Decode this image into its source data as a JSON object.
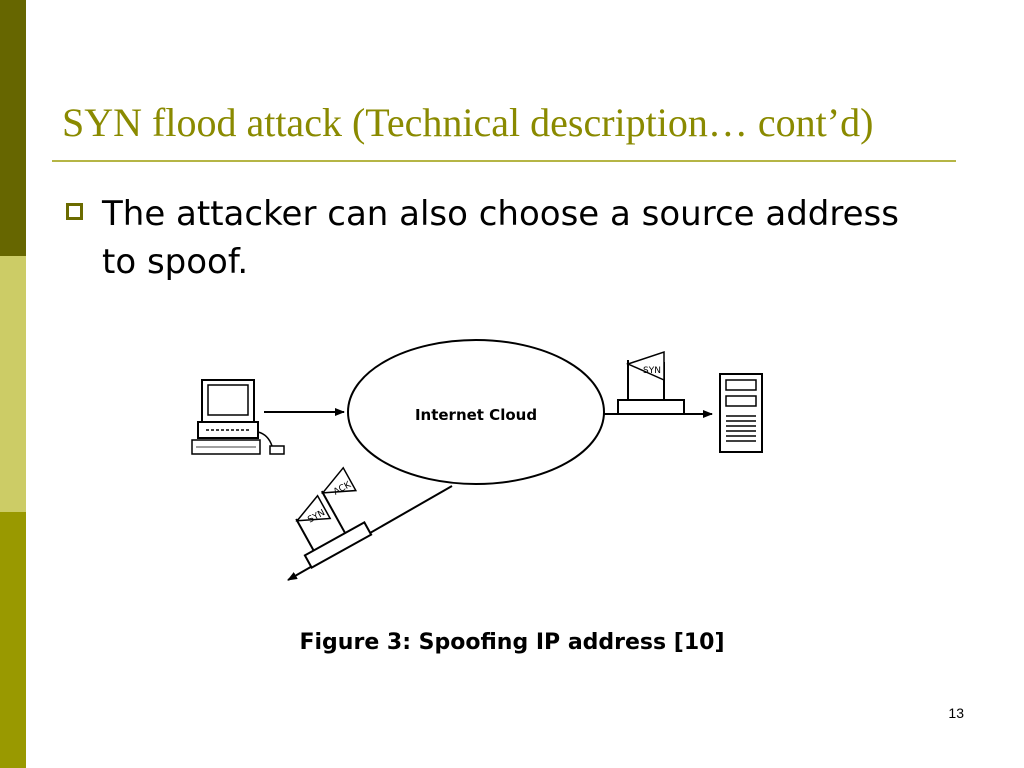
{
  "slide": {
    "title": "SYN flood attack (Technical description… cont’d)",
    "bullet": "The attacker can also choose a source address to spoof.",
    "page_number": "13"
  },
  "colors": {
    "side_band_dark": "#666600",
    "side_band_light": "#cccc66",
    "side_band_mid": "#999900",
    "title": "#8a8a00",
    "rule": "#b5b545"
  },
  "diagram": {
    "cloud_label": "Internet  Cloud",
    "flags": {
      "syn_right": "SYN",
      "syn_left": "SYN",
      "ack_left": "ACK"
    },
    "caption": "Figure 3: Spoofing IP address [10]",
    "icons": [
      "computer-icon",
      "server-icon"
    ]
  }
}
